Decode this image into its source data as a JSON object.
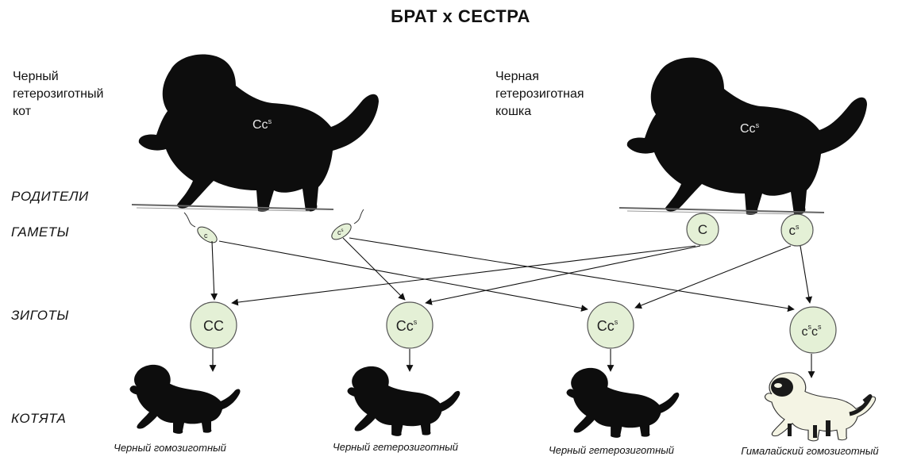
{
  "title": "БРАТ x СЕСТРА",
  "parents": {
    "male": {
      "label": "Черный\nгетерозиготный\nкот",
      "genotype_base": "C",
      "genotype_sup": "s",
      "genotype_prefix": "Cc"
    },
    "female": {
      "label": "Черная\nгетерозиготная\nкошка",
      "genotype_prefix": "Cc",
      "genotype_sup": "s"
    }
  },
  "row_labels": {
    "parents": "РОДИТЕЛИ",
    "gametes": "ГАМЕТЫ",
    "zygotes": "ЗИГОТЫ",
    "kittens": "КОТЯТА"
  },
  "gametes": {
    "male": [
      {
        "text": "c",
        "sup": ""
      },
      {
        "text": "c",
        "sup": "s"
      }
    ],
    "female": [
      {
        "text": "C",
        "sup": ""
      },
      {
        "text": "c",
        "sup": "s"
      }
    ]
  },
  "zygotes": [
    {
      "parts": [
        [
          "CC",
          ""
        ]
      ]
    },
    {
      "parts": [
        [
          "Cc",
          "s"
        ]
      ]
    },
    {
      "parts": [
        [
          "Cc",
          "s"
        ]
      ]
    },
    {
      "parts": [
        [
          "c",
          "s"
        ],
        [
          "c",
          "s"
        ]
      ]
    }
  ],
  "kittens": [
    {
      "label": "Черный гомозиготный",
      "color": "black"
    },
    {
      "label": "Черный гетерозиготный",
      "color": "black"
    },
    {
      "label": "Черный гетерозиготный",
      "color": "black"
    },
    {
      "label": "Гималайский гомозиготный",
      "color": "himalayan"
    }
  ],
  "colors": {
    "circle_fill": "#e4f0d6",
    "circle_stroke": "#555555",
    "cat": "#0d0d0d",
    "himalayan_body": "#f4f4e4",
    "himalayan_points": "#1a1a1a"
  }
}
